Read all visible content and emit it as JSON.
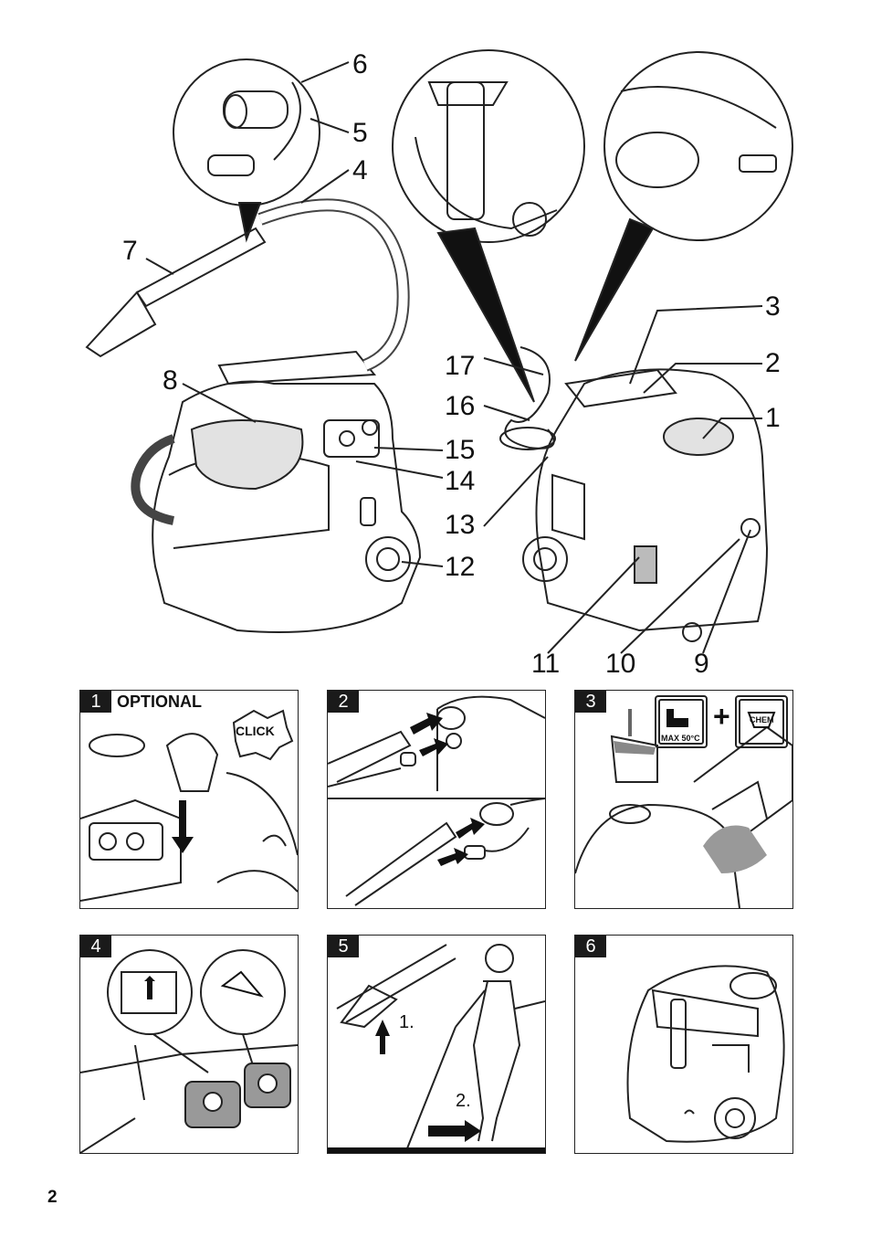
{
  "callouts": [
    "1",
    "2",
    "3",
    "4",
    "5",
    "6",
    "7",
    "8",
    "9",
    "10",
    "11",
    "12",
    "13",
    "14",
    "15",
    "16",
    "17"
  ],
  "panels": [
    {
      "number": "1",
      "caption": "OPTIONAL",
      "badge": "CLICK"
    },
    {
      "number": "2"
    },
    {
      "number": "3",
      "temp_label": "MAX 50°C",
      "plus": "+",
      "chem_label": "CHEM"
    },
    {
      "number": "4"
    },
    {
      "number": "5",
      "step1": "1.",
      "step2": "2."
    },
    {
      "number": "6"
    }
  ],
  "page_number": "2"
}
